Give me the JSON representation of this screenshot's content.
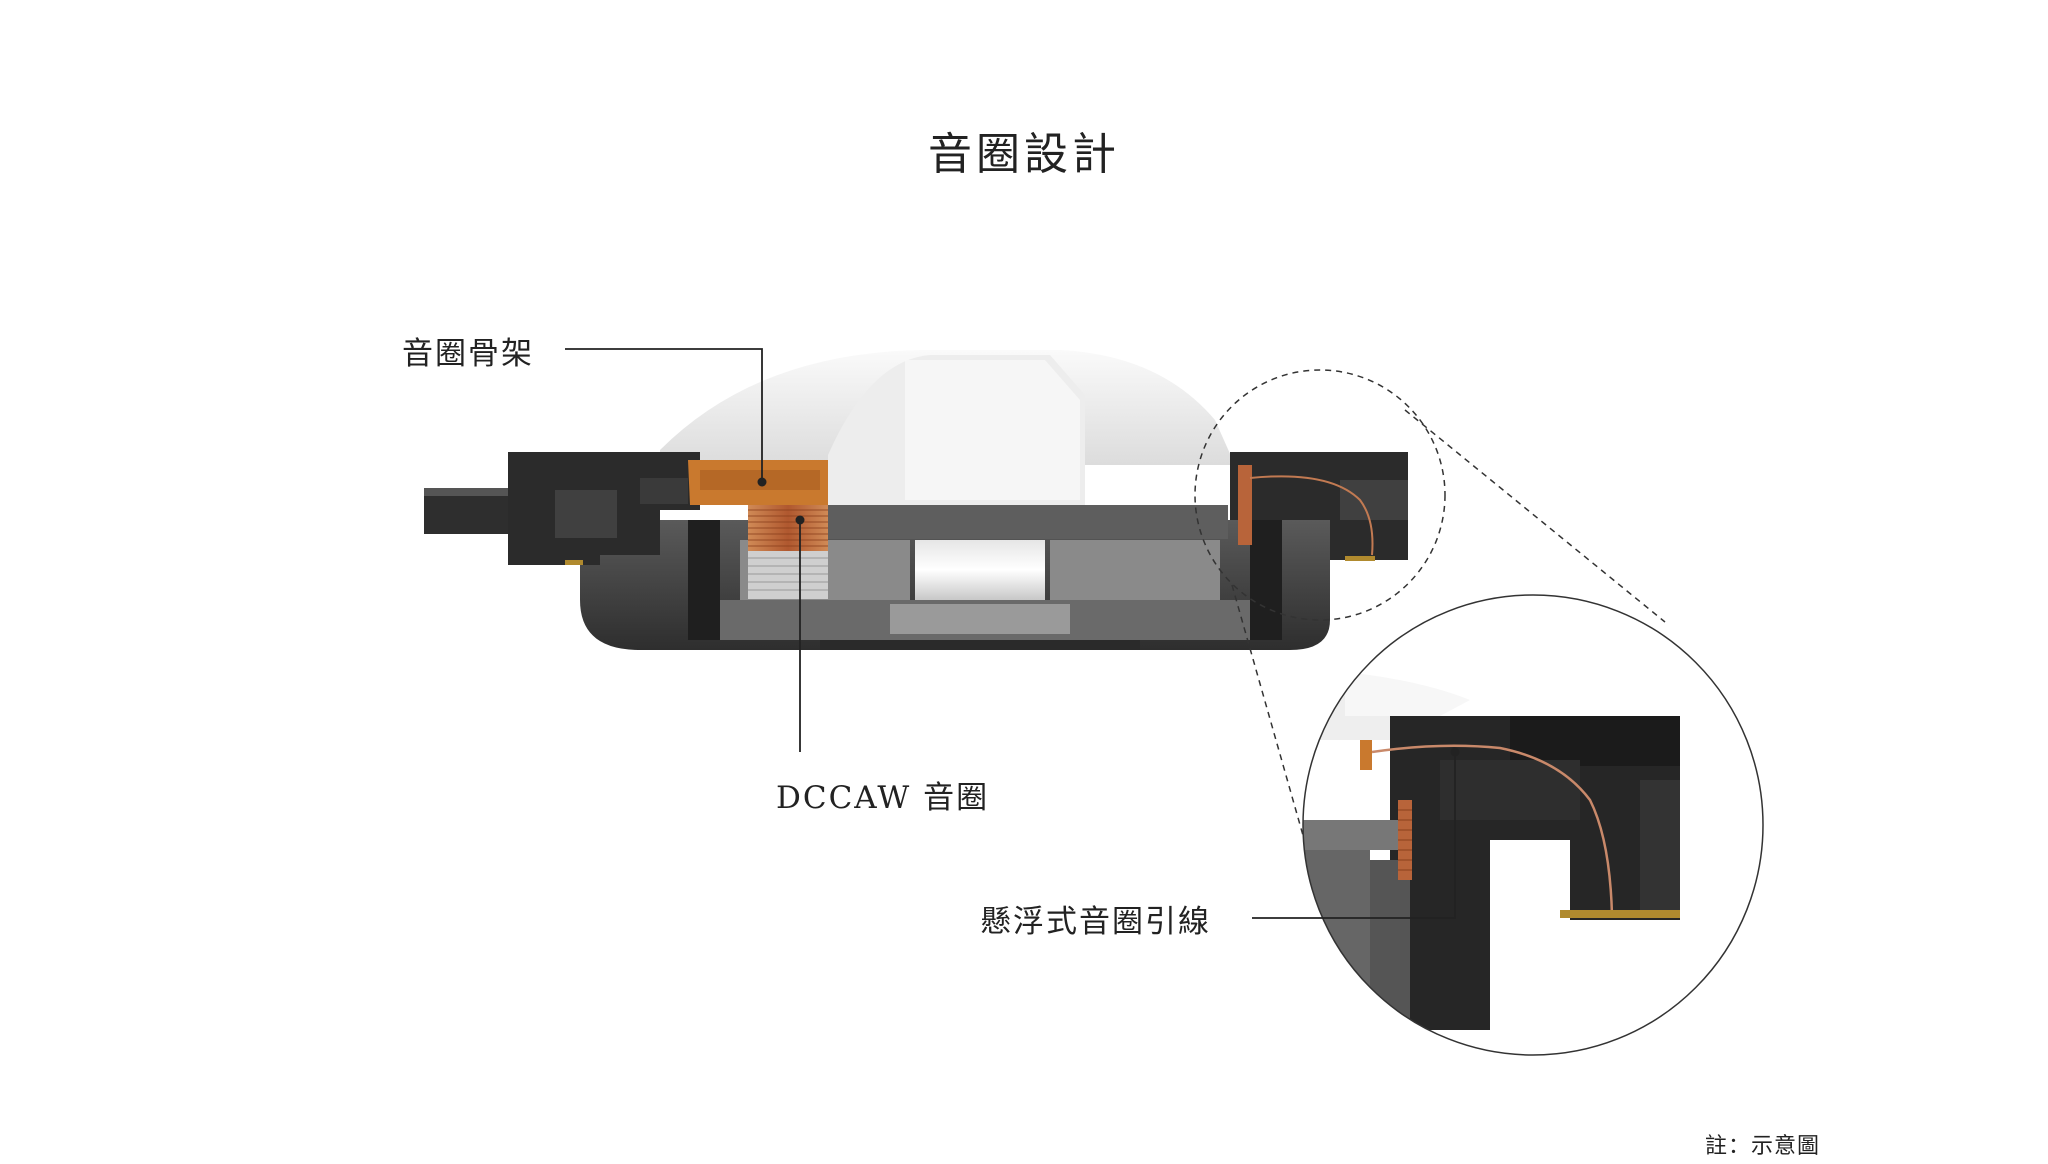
{
  "title": "音圈設計",
  "callouts": {
    "coil_frame": "音圈骨架",
    "dccaw_coil": "DCCAW 音圈",
    "floating_lead": "懸浮式音圈引線"
  },
  "note": "註：示意圖",
  "colors": {
    "background": "#ffffff",
    "text": "#222222",
    "housing_dark": "#2a2a2a",
    "housing_mid": "#4a4a4a",
    "housing_light": "#7a7a7a",
    "dome_white": "#f2f2f2",
    "coil_copper": "#b8643a",
    "coil_frame_amber": "#c9792e",
    "leader_line": "#222222"
  }
}
